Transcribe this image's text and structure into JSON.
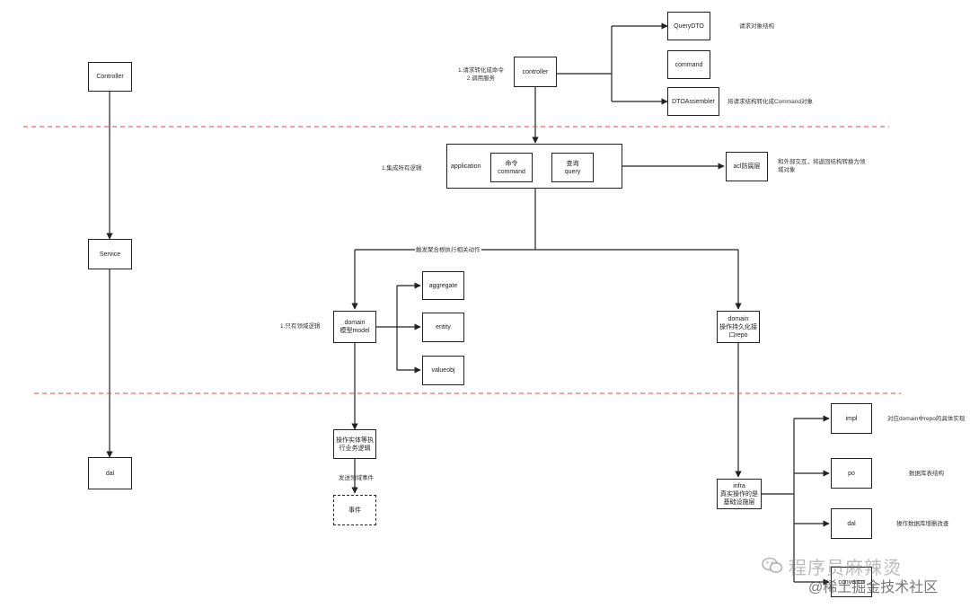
{
  "boxes": {
    "left_controller": "Controller",
    "left_service": "Service",
    "left_dal": "dal",
    "controller": "controller",
    "query_dto": "QueryDTO",
    "command": "command",
    "dto_assembler": "DTOAssembler",
    "application": "application",
    "cmd": "命令\ncommand",
    "query": "查询\nquery",
    "acl": "acl防腐层",
    "domain_model": "domain\n模型model",
    "aggregate": "aggregate",
    "entity": "entity",
    "valueobj": "valueobj",
    "domain_repo": "domain\n操作持久化接\n口repo",
    "biz_logic": "操作实体等执\n行业务逻辑",
    "event": "事件",
    "infra": "infra\n真实操作的是\n基础设施层",
    "impl": "impl",
    "po": "po",
    "infra_dal": "dal",
    "convertor": "convertor"
  },
  "labels": {
    "ctrl_note": "1.请求转化成命令\n2.调用服务",
    "query_dto_note": "请求对象结构",
    "assembler_note": "将请求结构转化成Command对象",
    "app_note": "1.集成所有逻辑",
    "acl_note": "和外部交互，将返回结构转换为领\n域对象",
    "trigger_note": "触发聚合根执行相关动作",
    "domain_note": "1.只有领域逻辑",
    "send_event_note": "发送领域事件",
    "impl_note": "对应domain中repo的具体实现",
    "po_note": "数据库表结构",
    "dal_note": "操作数据库增删改查"
  },
  "watermark": {
    "line1": "程序员麻辣烫",
    "line2": "@稀土掘金技术社区"
  },
  "colors": {
    "line": "#222222",
    "separator": "#e0454b",
    "text": "#222222"
  },
  "icons": [
    "wechat-icon"
  ]
}
